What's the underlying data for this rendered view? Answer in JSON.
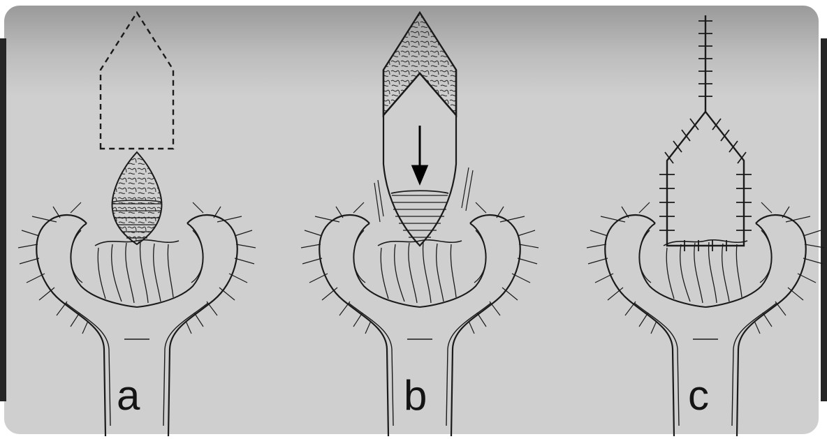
{
  "panels": [
    {
      "id": "a",
      "label": "a"
    },
    {
      "id": "b",
      "label": "b"
    },
    {
      "id": "c",
      "label": "c"
    }
  ],
  "colors": {
    "background_top": "#9a9a9a",
    "background": "#cfcfcf",
    "ink": "#1a1a1a",
    "frame_bars": "#262626"
  },
  "icons": [
    "downward-arrow-icon",
    "suture-marks",
    "dashed-incision-outline"
  ]
}
